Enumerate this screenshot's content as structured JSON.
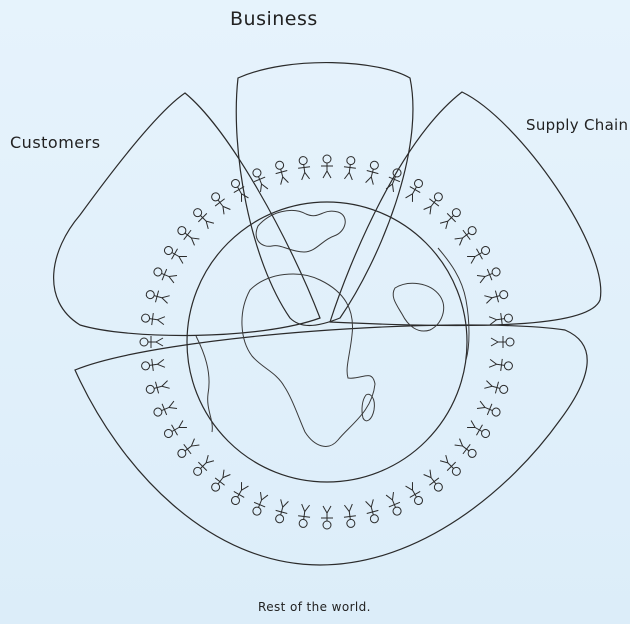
{
  "labels": {
    "business": "Business",
    "customers": "Customers",
    "supply_chain": "Supply Chain",
    "rest_of_world": "Rest of the world."
  },
  "colors": {
    "background": "#e3f1fb",
    "stroke": "#2b2b2b",
    "land_stroke": "#3a3a3a"
  },
  "figure_count": 48
}
